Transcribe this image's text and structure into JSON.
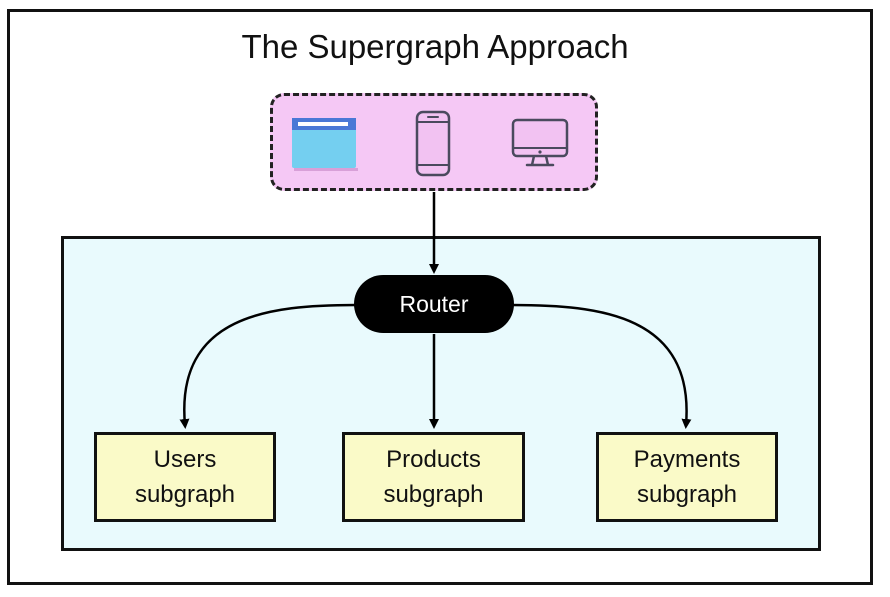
{
  "title": "The Supergraph Approach",
  "clients": {
    "icons": [
      "browser-window-icon",
      "mobile-phone-icon",
      "desktop-monitor-icon"
    ]
  },
  "router": {
    "label": "Router"
  },
  "subgraphs": [
    {
      "line1": "Users",
      "line2": "subgraph"
    },
    {
      "line1": "Products",
      "line2": "subgraph"
    },
    {
      "line1": "Payments",
      "line2": "subgraph"
    }
  ],
  "colors": {
    "clients_fill": "#f5c8f5",
    "cluster_fill": "#e9fafd",
    "router_fill": "#000000",
    "subgraph_fill": "#fafac8",
    "browser_body": "#74cff0",
    "browser_bar": "#4a78d6",
    "device_stroke": "#4a4a5e",
    "device_fill": "#f2c2f2"
  }
}
